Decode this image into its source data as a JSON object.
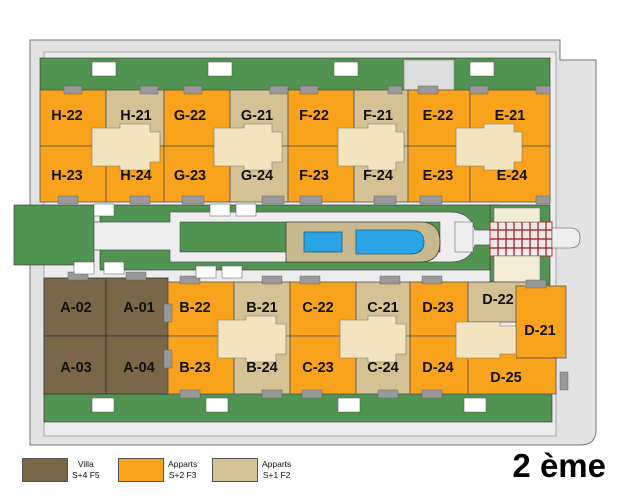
{
  "floor_label": "2 ème",
  "colors": {
    "villa": "#7a6748",
    "s2f3": "#f9a31c",
    "s1f2": "#d4c294",
    "green": "#519350",
    "border": "#555555",
    "ground": "#d8d8d8",
    "pool_deck": "#c8b88e",
    "pool_water": "#2aa4e6",
    "pergola": "#a03838"
  },
  "legend": [
    {
      "id": "villa",
      "line1": "Villa",
      "line2": "S+4 F5",
      "color": "#7a6748"
    },
    {
      "id": "s2f3",
      "line1": "Apparts",
      "line2": "S+2 F3",
      "color": "#f9a31c"
    },
    {
      "id": "s1f2",
      "line1": "Apparts",
      "line2": "S+1 F2",
      "color": "#d4c294"
    }
  ],
  "units": [
    {
      "id": "H-22",
      "type": "s2f3"
    },
    {
      "id": "H-21",
      "type": "s1f2"
    },
    {
      "id": "G-22",
      "type": "s2f3"
    },
    {
      "id": "G-21",
      "type": "s1f2"
    },
    {
      "id": "F-22",
      "type": "s2f3"
    },
    {
      "id": "F-21",
      "type": "s1f2"
    },
    {
      "id": "E-22",
      "type": "s2f3"
    },
    {
      "id": "E-21",
      "type": "s2f3"
    },
    {
      "id": "H-23",
      "type": "s2f3"
    },
    {
      "id": "H-24",
      "type": "s2f3"
    },
    {
      "id": "G-23",
      "type": "s2f3"
    },
    {
      "id": "G-24",
      "type": "s1f2"
    },
    {
      "id": "F-23",
      "type": "s2f3"
    },
    {
      "id": "F-24",
      "type": "s1f2"
    },
    {
      "id": "E-23",
      "type": "s2f3"
    },
    {
      "id": "E-24",
      "type": "s2f3"
    },
    {
      "id": "A-02",
      "type": "villa"
    },
    {
      "id": "A-01",
      "type": "villa"
    },
    {
      "id": "A-03",
      "type": "villa"
    },
    {
      "id": "A-04",
      "type": "villa"
    },
    {
      "id": "B-22",
      "type": "s2f3"
    },
    {
      "id": "B-21",
      "type": "s1f2"
    },
    {
      "id": "B-23",
      "type": "s2f3"
    },
    {
      "id": "B-24",
      "type": "s1f2"
    },
    {
      "id": "C-22",
      "type": "s2f3"
    },
    {
      "id": "C-21",
      "type": "s1f2"
    },
    {
      "id": "C-23",
      "type": "s2f3"
    },
    {
      "id": "C-24",
      "type": "s1f2"
    },
    {
      "id": "D-23",
      "type": "s2f3"
    },
    {
      "id": "D-22",
      "type": "s1f2"
    },
    {
      "id": "D-21",
      "type": "s2f3"
    },
    {
      "id": "D-24",
      "type": "s2f3"
    },
    {
      "id": "D-25",
      "type": "s2f3"
    }
  ]
}
